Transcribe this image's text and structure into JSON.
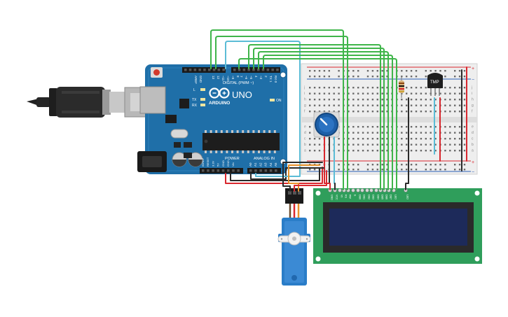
{
  "arduino": {
    "brand": "ARDUINO",
    "model": "UNO",
    "on_label": "ON",
    "tx_label": "TX",
    "rx_label": "RX",
    "l_label": "L",
    "digital_label": "DIGITAL (PWM ~)",
    "power_label": "POWER",
    "analog_label": "ANALOG IN",
    "aref_label": "AREF",
    "gnd_label": "GND",
    "digital_pins": [
      "13",
      "12",
      "~11",
      "~10",
      "~9",
      "8",
      "7",
      "~6",
      "~5",
      "4",
      "~3",
      "2",
      "TX 1",
      "RX 0"
    ],
    "power_pins": [
      "IOREF",
      "RESET",
      "3.3V",
      "5V",
      "GND",
      "GND",
      "Vin"
    ],
    "analog_pins": [
      "A0",
      "A1",
      "A2",
      "A3",
      "A4",
      "A5"
    ]
  },
  "breadboard": {
    "row_letters_top": [
      "j",
      "i",
      "h",
      "g",
      "f"
    ],
    "row_letters_bottom": [
      "e",
      "d",
      "c",
      "b",
      "a"
    ],
    "plus": "+",
    "minus": "−"
  },
  "sensor": {
    "label": "TMP"
  },
  "lcd": {
    "pins": [
      "GND",
      "VCC",
      "V0",
      "RS",
      "RW",
      "E",
      "DB0",
      "DB1",
      "DB2",
      "DB3",
      "DB4",
      "DB5",
      "DB6",
      "DB7",
      "LED",
      "LED"
    ]
  },
  "colors": {
    "board": "#1f6fa8",
    "wire_green": "#3fb54a",
    "wire_cyan": "#5bbcd6",
    "wire_red": "#d9272e",
    "wire_black": "#2a2a2a",
    "wire_orange": "#e8922a",
    "lcd_pcb": "#2f9e5b",
    "lcd_screen": "#1d2a5a",
    "servo": "#2a7dc8"
  }
}
